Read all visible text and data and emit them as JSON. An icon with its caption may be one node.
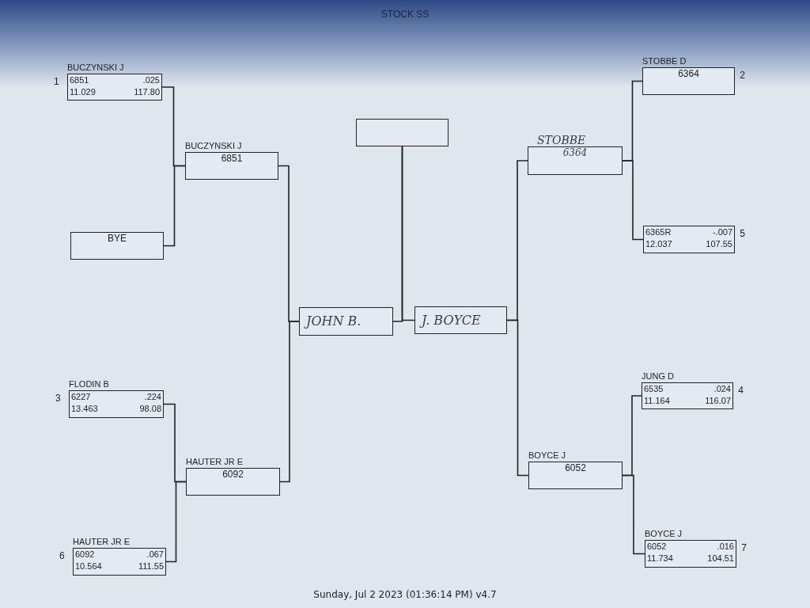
{
  "diagram": {
    "title": "STOCK SS",
    "nodes": [
      {
        "text": [
          "BUCZYNSKI J",
          "6851",
          ".025",
          "11.029",
          "117.80"
        ],
        "beside": [
          "1"
        ]
      },
      {
        "text": [
          "BYE"
        ]
      },
      {
        "text": [
          "FLODIN B",
          "6227",
          ".224",
          "13.463",
          "98.08"
        ],
        "beside": [
          "3"
        ]
      },
      {
        "text": [
          "HAUTER JR E",
          "6092",
          ".067",
          "10.564",
          "111.55"
        ],
        "beside": [
          "6"
        ]
      },
      {
        "text": [
          "BUCZYNSKI J",
          "6851"
        ]
      },
      {
        "text": [
          "HAUTER JR E",
          "6092"
        ]
      },
      {
        "text": [
          "JOHN B."
        ]
      },
      {
        "text": [],
        "shape": "box"
      },
      {
        "text": [
          "J. BOYCE"
        ]
      },
      {
        "text": [
          "STOBBE",
          "6364"
        ]
      },
      {
        "text": [
          "BOYCE J",
          "6052"
        ]
      },
      {
        "text": [
          "STOBBE D",
          "6364"
        ],
        "beside": [
          "2"
        ]
      },
      {
        "text": [
          "6365R",
          "-.007",
          "12.037",
          "107.55"
        ],
        "beside": [
          "5"
        ]
      },
      {
        "text": [
          "JUNG D",
          "6535",
          ".024",
          "11.164",
          "116.07"
        ],
        "beside": [
          "4"
        ]
      },
      {
        "text": [
          "BOYCE J",
          "6052",
          ".016",
          "11.734",
          "104.51"
        ],
        "beside": [
          "7"
        ]
      }
    ],
    "edges": [
      {
        "from": 0,
        "to": 4,
        "arrow": "none"
      },
      {
        "from": 1,
        "to": 4,
        "arrow": "none"
      },
      {
        "from": 2,
        "to": 5,
        "arrow": "none"
      },
      {
        "from": 3,
        "to": 5,
        "arrow": "none"
      },
      {
        "from": 4,
        "to": 6,
        "arrow": "none"
      },
      {
        "from": 5,
        "to": 6,
        "arrow": "none"
      },
      {
        "from": 6,
        "to": 7,
        "arrow": "none"
      },
      {
        "from": 8,
        "to": 7,
        "arrow": "none"
      },
      {
        "from": 9,
        "to": 8,
        "arrow": "none"
      },
      {
        "from": 10,
        "to": 8,
        "arrow": "none"
      },
      {
        "from": 11,
        "to": 9,
        "arrow": "none"
      },
      {
        "from": 12,
        "to": 9,
        "arrow": "none"
      },
      {
        "from": 13,
        "to": 10,
        "arrow": "none"
      },
      {
        "from": 14,
        "to": 10,
        "arrow": "none"
      }
    ],
    "labels": [
      "Sunday, Jul 2 2023 (01:36:14 PM) v4.7"
    ]
  }
}
